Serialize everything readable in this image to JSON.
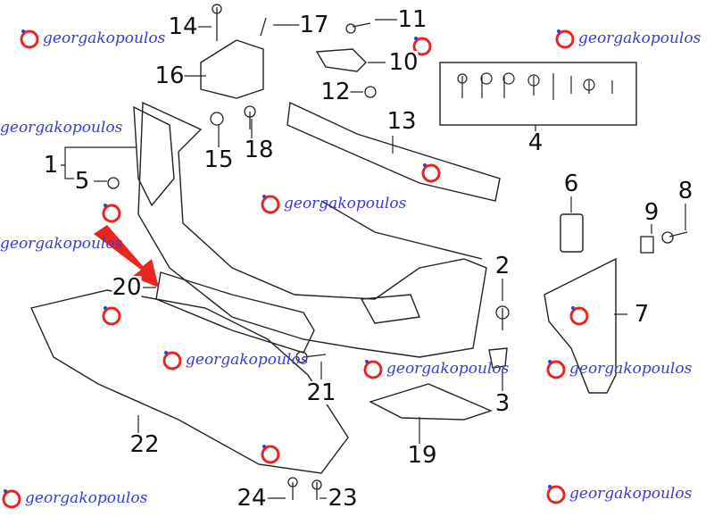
{
  "diagram": {
    "title": "Front bumper exploded parts diagram",
    "watermark": "georgakopoulos",
    "callouts": [
      "1",
      "2",
      "3",
      "4",
      "5",
      "6",
      "7",
      "8",
      "9",
      "10",
      "11",
      "12",
      "13",
      "14",
      "15",
      "16",
      "17",
      "18",
      "19",
      "20",
      "21",
      "22",
      "23",
      "24"
    ],
    "highlight_color": "#e8251f",
    "watermark_color": "#3a3ad8"
  }
}
